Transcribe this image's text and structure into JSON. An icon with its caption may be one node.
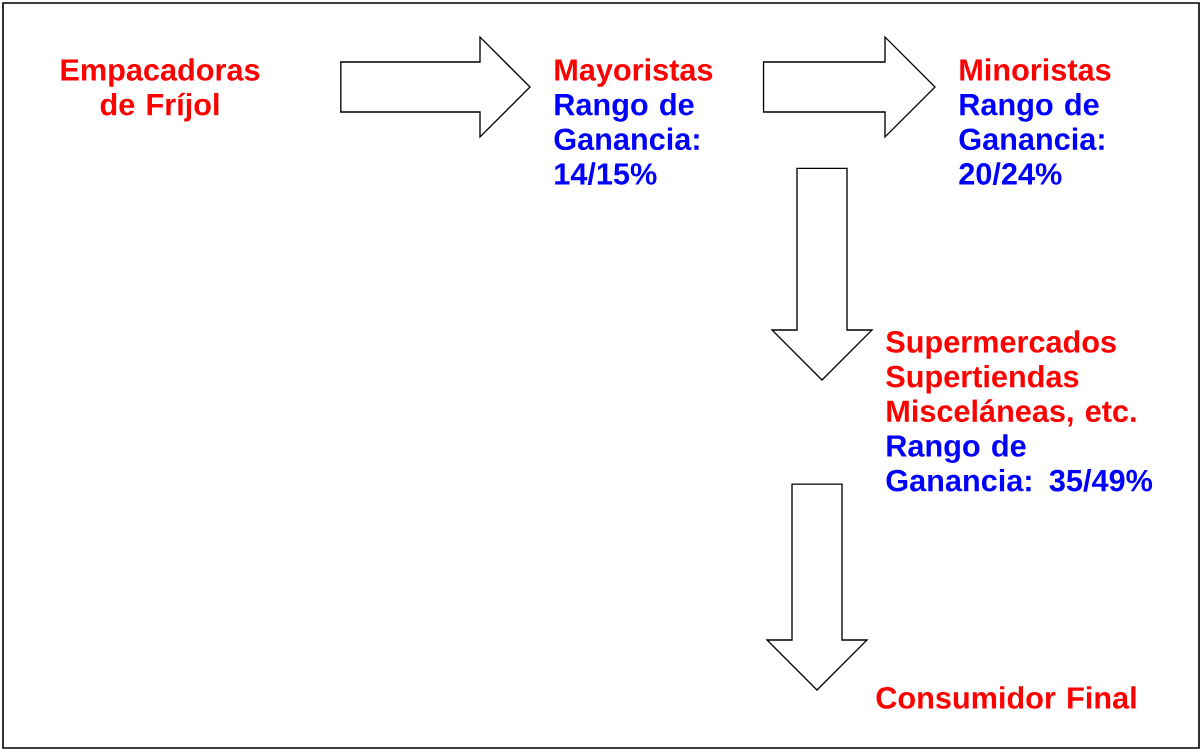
{
  "diagram": {
    "nodes": [
      {
        "text": [
          "Empacadoras de Fríjol"
        ]
      },
      {
        "text": [
          "Mayoristas",
          "Rango de Ganancia: 14/15%"
        ]
      },
      {
        "text": [
          "Minoristas",
          "Rango de Ganancia: 20/24%"
        ]
      },
      {
        "text": [
          "Supermercados Supertiendas Misceláneas, etc.",
          "Rango de Ganancia: 35/49%"
        ]
      },
      {
        "text": [
          "Consumidor Final"
        ]
      }
    ],
    "edges": [
      {
        "from": 0,
        "to": 1,
        "arrow": "to"
      },
      {
        "from": 1,
        "to": 2,
        "arrow": "to"
      },
      {
        "from": 1,
        "to": 3,
        "arrow": "to"
      },
      {
        "from": 3,
        "to": 4,
        "arrow": "to"
      }
    ]
  }
}
